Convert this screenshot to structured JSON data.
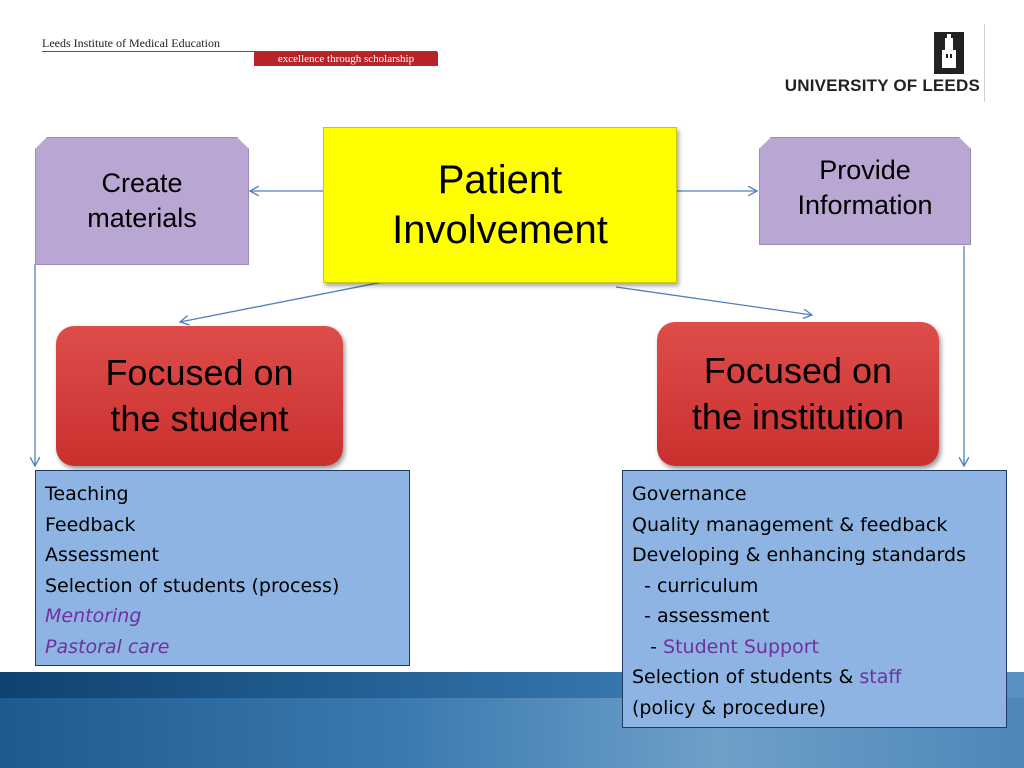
{
  "header": {
    "institute": "Leeds Institute of Medical Education",
    "tagline": "excellence through scholarship",
    "university": "UNIVERSITY OF LEEDS"
  },
  "center": {
    "line1": "Patient",
    "line2": "Involvement"
  },
  "left_top": {
    "line1": "Create",
    "line2": "materials"
  },
  "right_top": {
    "line1": "Provide",
    "line2": "Information"
  },
  "left_focus": {
    "line1": "Focused on",
    "line2": "the student"
  },
  "right_focus": {
    "line1": "Focused on",
    "line2": "the institution"
  },
  "student_list": {
    "items": [
      "Teaching",
      "Feedback",
      "Assessment",
      "Selection of students (process)",
      "Mentoring",
      "Pastoral care"
    ]
  },
  "institution_list": {
    "governance": "Governance",
    "quality": "Quality management & feedback",
    "standards": "Developing & enhancing standards",
    "curriculum": "  - curriculum",
    "assessment": "  - assessment",
    "support_prefix": "   - ",
    "support": "Student Support",
    "selection_prefix": "Selection of students & ",
    "staff": "staff",
    "policy": "(policy & procedure)"
  },
  "colors": {
    "arrow": "#4f81bd",
    "purple_text": "#7030a0"
  }
}
